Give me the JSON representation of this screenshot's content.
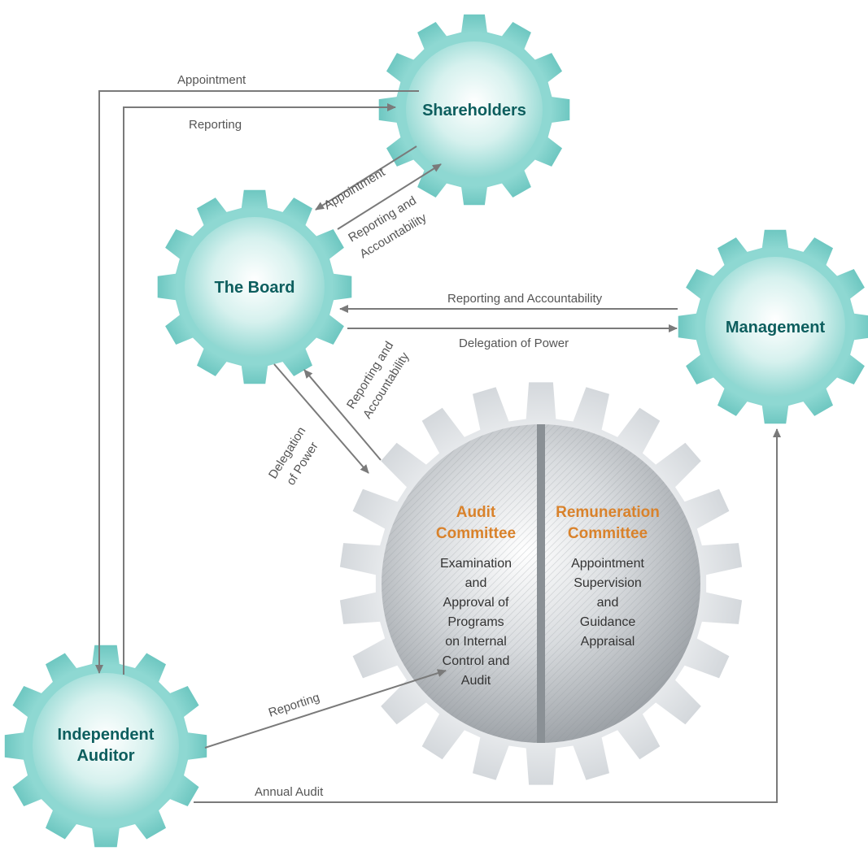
{
  "nodes": {
    "shareholders": {
      "label": "Shareholders"
    },
    "board": {
      "label": "The Board"
    },
    "management": {
      "label": "Management"
    },
    "auditor": {
      "line1": "Independent",
      "line2": "Auditor"
    }
  },
  "committees": {
    "audit": {
      "title": [
        "Audit",
        "Committee"
      ],
      "body": [
        "Examination",
        "and",
        "Approval of",
        "Programs",
        "on Internal",
        "Control and",
        "Audit"
      ]
    },
    "remuneration": {
      "title": [
        "Remuneration",
        "Committee"
      ],
      "body": [
        "Appointment",
        "Supervision",
        "and",
        "Guidance",
        "Appraisal"
      ]
    }
  },
  "flows": {
    "auditor_appointment": "Appointment",
    "auditor_reporting_to_shareholders": "Reporting",
    "board_appointment": "Appointment",
    "board_reporting": [
      "Reporting and",
      "Accountability"
    ],
    "mgmt_reporting": "Reporting and Accountability",
    "delegation_mgmt": "Delegation of Power",
    "committee_reporting": [
      "Reporting and",
      "Accountability"
    ],
    "delegation_committee": [
      "Delegation",
      "of Power"
    ],
    "auditor_reporting_committee": "Reporting",
    "annual_audit": "Annual Audit"
  },
  "colors": {
    "teal_gear": "#7fd1cc",
    "teal_dark": "#0d5e5e",
    "grey_gear": "#dfe2e6",
    "orange": "#d9822b",
    "arrow": "#7a7a7a"
  }
}
